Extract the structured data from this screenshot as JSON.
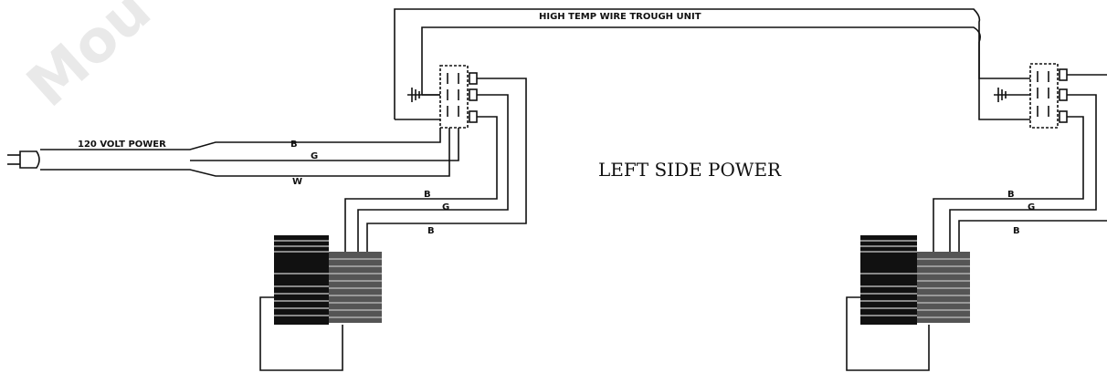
{
  "watermark": "Mou",
  "labels": {
    "trough": "HIGH TEMP WIRE TROUGH UNIT",
    "power": "120 VOLT POWER",
    "side_title": "LEFT SIDE POWER"
  },
  "wire_codes": {
    "black": "B",
    "green": "G",
    "white": "W"
  }
}
